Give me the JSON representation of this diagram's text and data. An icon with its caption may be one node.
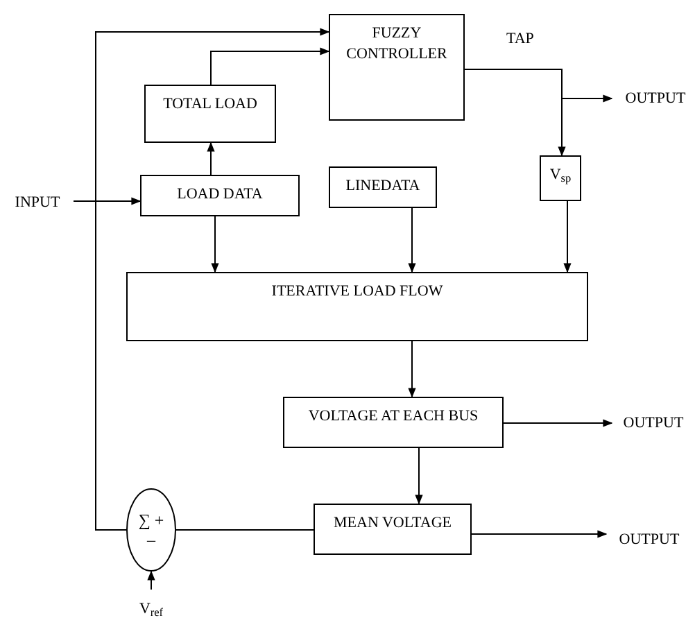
{
  "diagram": {
    "nodes": [
      {
        "text": [
          "FUZZY CONTROLLER"
        ]
      },
      {
        "text": [
          "TOTAL LOAD"
        ]
      },
      {
        "text": [
          "LOAD DATA"
        ]
      },
      {
        "text": [
          "LINEDATA"
        ]
      },
      {
        "text": [
          "V$_{sp}$"
        ]
      },
      {
        "text": [
          "ITERATIVE LOAD FLOW"
        ]
      },
      {
        "text": [
          "VOLTAGE AT EACH BUS"
        ]
      },
      {
        "text": [
          "MEAN VOLTAGE"
        ]
      },
      {
        "text": [
          "∑ +",
          "–"
        ]
      },
      {
        "text": [
          "INPUT"
        ]
      },
      {
        "text": [
          "OUTPUT"
        ]
      },
      {
        "text": [
          "OUTPUT"
        ]
      },
      {
        "text": [
          "OUTPUT"
        ]
      },
      {
        "text": [
          "V$_{ref}$"
        ]
      }
    ],
    "edges": [
      {
        "from": 9,
        "to": 2,
        "arrow": "to"
      },
      {
        "from": 2,
        "to": 1,
        "arrow": "to"
      },
      {
        "from": 1,
        "to": 0,
        "arrow": "to"
      },
      {
        "from": 8,
        "to": 0,
        "arrow": "to"
      },
      {
        "from": 7,
        "to": 8,
        "arrow": "none"
      },
      {
        "from": 0,
        "to": 10,
        "arrow": "to"
      },
      {
        "from": 0,
        "to": 4,
        "arrow": "to"
      },
      {
        "from": 2,
        "to": 5,
        "arrow": "to"
      },
      {
        "from": 3,
        "to": 5,
        "arrow": "to"
      },
      {
        "from": 4,
        "to": 5,
        "arrow": "to"
      },
      {
        "from": 5,
        "to": 6,
        "arrow": "to"
      },
      {
        "from": 6,
        "to": 11,
        "arrow": "to"
      },
      {
        "from": 6,
        "to": 7,
        "arrow": "to"
      },
      {
        "from": 7,
        "to": 12,
        "arrow": "to"
      },
      {
        "from": 13,
        "to": 8,
        "arrow": "to"
      }
    ],
    "labels": [
      "TAP"
    ]
  }
}
